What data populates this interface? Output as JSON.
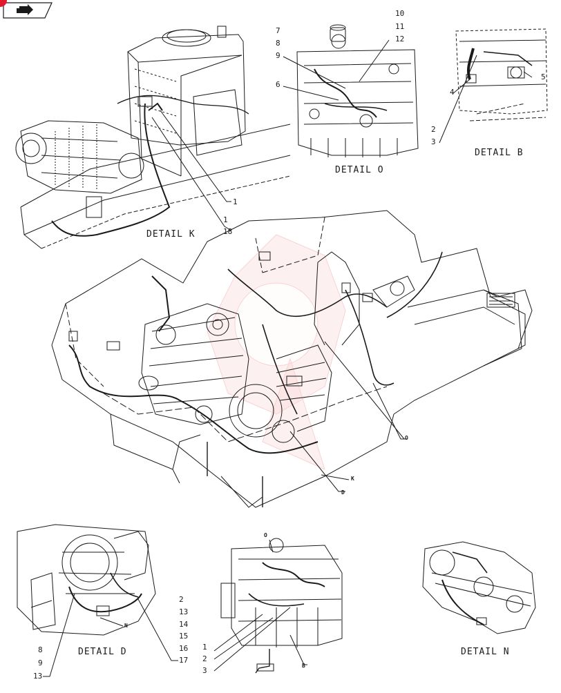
{
  "colors": {
    "ink": "#1a1a1a",
    "watermark": "#e23b3b",
    "badge": "#e21b2c"
  },
  "nav": {
    "icon": "arrow-next-page-icon"
  },
  "details": {
    "K": {
      "caption": "DETAIL K",
      "callouts": [
        "1",
        "1",
        "18"
      ]
    },
    "O": {
      "caption": "DETAIL O",
      "callouts": [
        "10",
        "11",
        "12",
        "7",
        "8",
        "9",
        "6"
      ]
    },
    "B": {
      "caption": "DETAIL B",
      "callouts": [
        "4",
        "5",
        "2",
        "3"
      ]
    },
    "D": {
      "caption": "DETAIL D",
      "callouts": [
        "2",
        "13",
        "14",
        "15",
        "16",
        "17",
        "8",
        "9",
        "13"
      ],
      "ref": "N"
    },
    "O2": {
      "callouts": [
        "1",
        "2",
        "3"
      ],
      "ref_top": "O",
      "ref_bottom": "B"
    },
    "N": {
      "caption": "DETAIL N"
    }
  },
  "main_refs": {
    "o": "O",
    "k": "K",
    "d": "D"
  }
}
